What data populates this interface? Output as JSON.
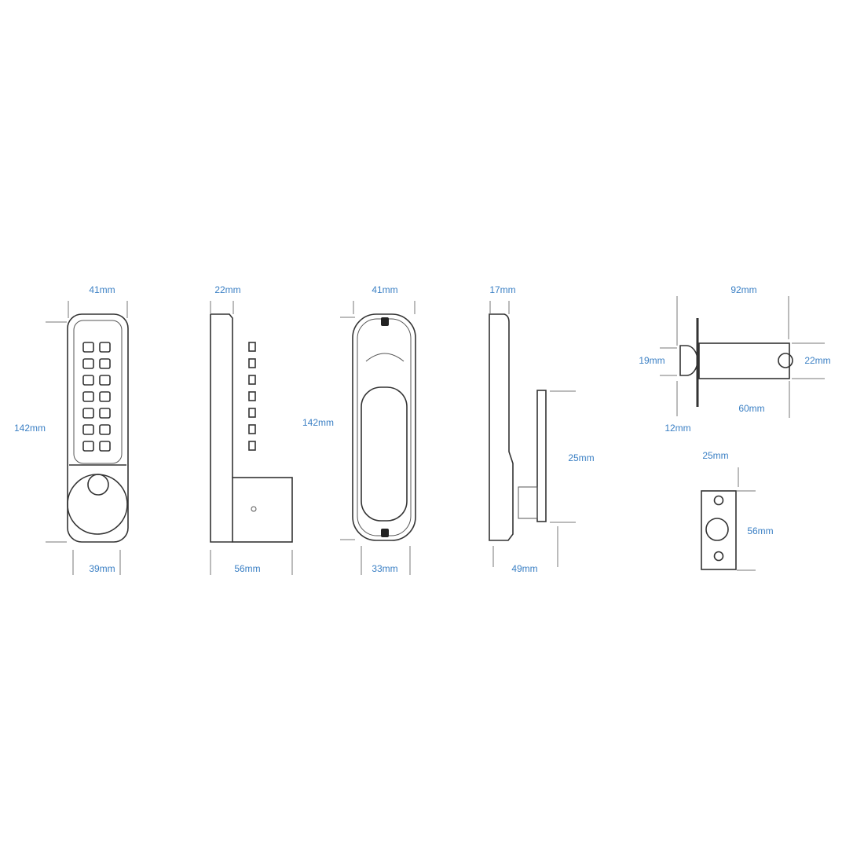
{
  "colors": {
    "line": "#333333",
    "label": "#3a7fc4",
    "background": "#ffffff"
  },
  "views": {
    "front": {
      "width_top": "41mm",
      "height": "142mm",
      "width_bottom": "39mm"
    },
    "side": {
      "depth_top": "22mm",
      "depth_bottom": "56mm"
    },
    "back": {
      "width_top": "41mm",
      "height": "142mm",
      "width_bottom": "33mm"
    },
    "back_side": {
      "depth_top": "17mm",
      "plate_height": "25mm",
      "depth_bottom": "49mm"
    },
    "latch": {
      "length": "92mm",
      "bolt_height": "19mm",
      "body_height": "22mm",
      "backset": "60mm",
      "bolt_projection": "12mm"
    },
    "strike": {
      "width": "25mm",
      "height": "56mm"
    }
  }
}
